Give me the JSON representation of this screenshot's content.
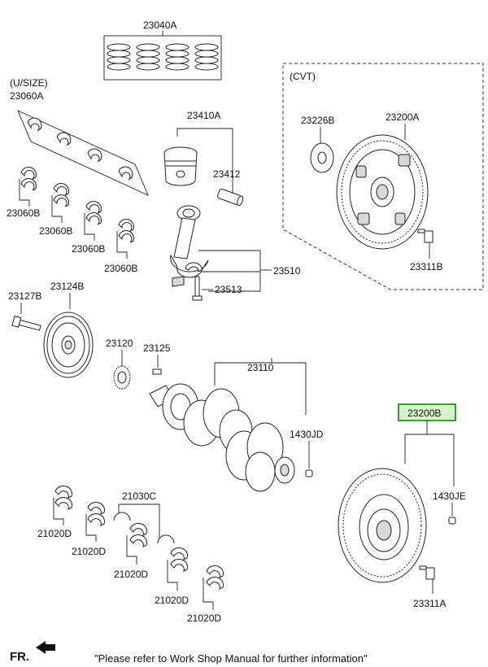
{
  "labels": {
    "rings": "23040A",
    "usize": "(U/SIZE)",
    "bearing_set": "23060A",
    "cvt": "(CVT)",
    "piston_set": "23410A",
    "pin": "23412",
    "plate": "23226B",
    "cvt_plate": "23200A",
    "bearing_b1": "23060B",
    "bearing_b2": "23060B",
    "bearing_b3": "23060B",
    "bearing_b4": "23060B",
    "rod": "23510",
    "rod_bolt": "23513",
    "cvt_bolt": "23311B",
    "pulley_bolt": "23127B",
    "pulley": "23124B",
    "sprocket": "23120",
    "key": "23125",
    "crankshaft": "23110",
    "dowel_cs": "1430JD",
    "flywheel": "23200B",
    "dowel_fw": "1430JE",
    "thrust": "21030C",
    "main_b1": "21020D",
    "main_b2": "21020D",
    "main_b3": "21020D",
    "main_b4": "21020D",
    "main_b5": "21020D",
    "fw_bolt": "23311A"
  },
  "footer": {
    "fr_label": "FR.",
    "note": "\"Please refer to Work Shop Manual for further information\""
  },
  "colors": {
    "highlight_border": "#3a9a3a",
    "highlight_fill": "#d6f5c6"
  }
}
